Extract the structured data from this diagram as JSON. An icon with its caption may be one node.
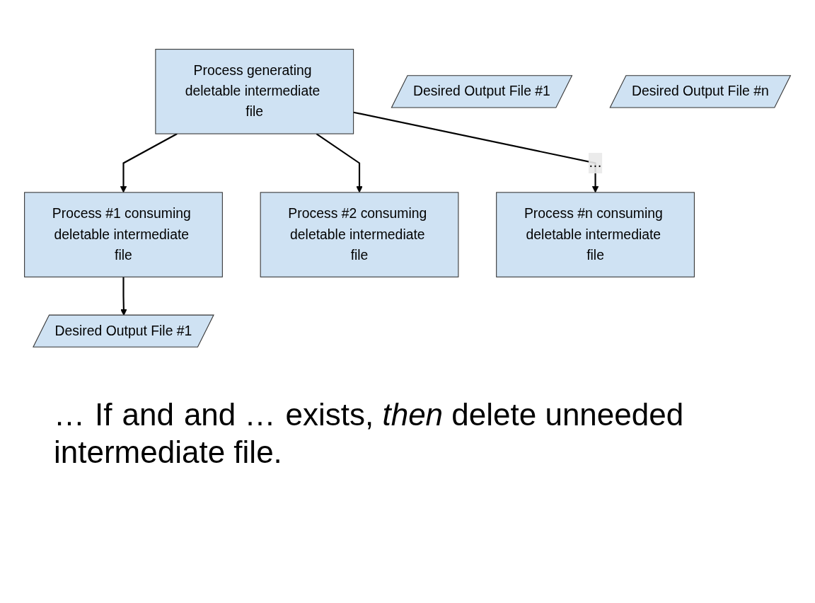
{
  "diagram": {
    "nodes": [
      {
        "text": [
          "Process generating deletable intermediate file"
        ]
      },
      {
        "text": [
          "Process #1 consuming deletable intermediate file"
        ]
      },
      {
        "text": [
          "Process #2 consuming deletable intermediate file"
        ]
      },
      {
        "text": [
          "Process #n consuming deletable intermediate file"
        ]
      },
      {
        "text": [
          "Desired Output File #1"
        ]
      },
      {
        "text": [
          "Desired Output File #1"
        ]
      },
      {
        "text": [
          "Desired Output File #n"
        ]
      }
    ],
    "edges": [
      {
        "from": 0,
        "to": 1,
        "arrow": "to"
      },
      {
        "from": 0,
        "to": 2,
        "arrow": "to"
      },
      {
        "from": 0,
        "to": 3,
        "arrow": "to",
        "label": "…"
      },
      {
        "from": 1,
        "to": 4,
        "arrow": "to"
      }
    ],
    "labels": [
      "…",
      "If",
      "and",
      "and …",
      "exists, *then* delete unneeded intermediate file."
    ]
  }
}
